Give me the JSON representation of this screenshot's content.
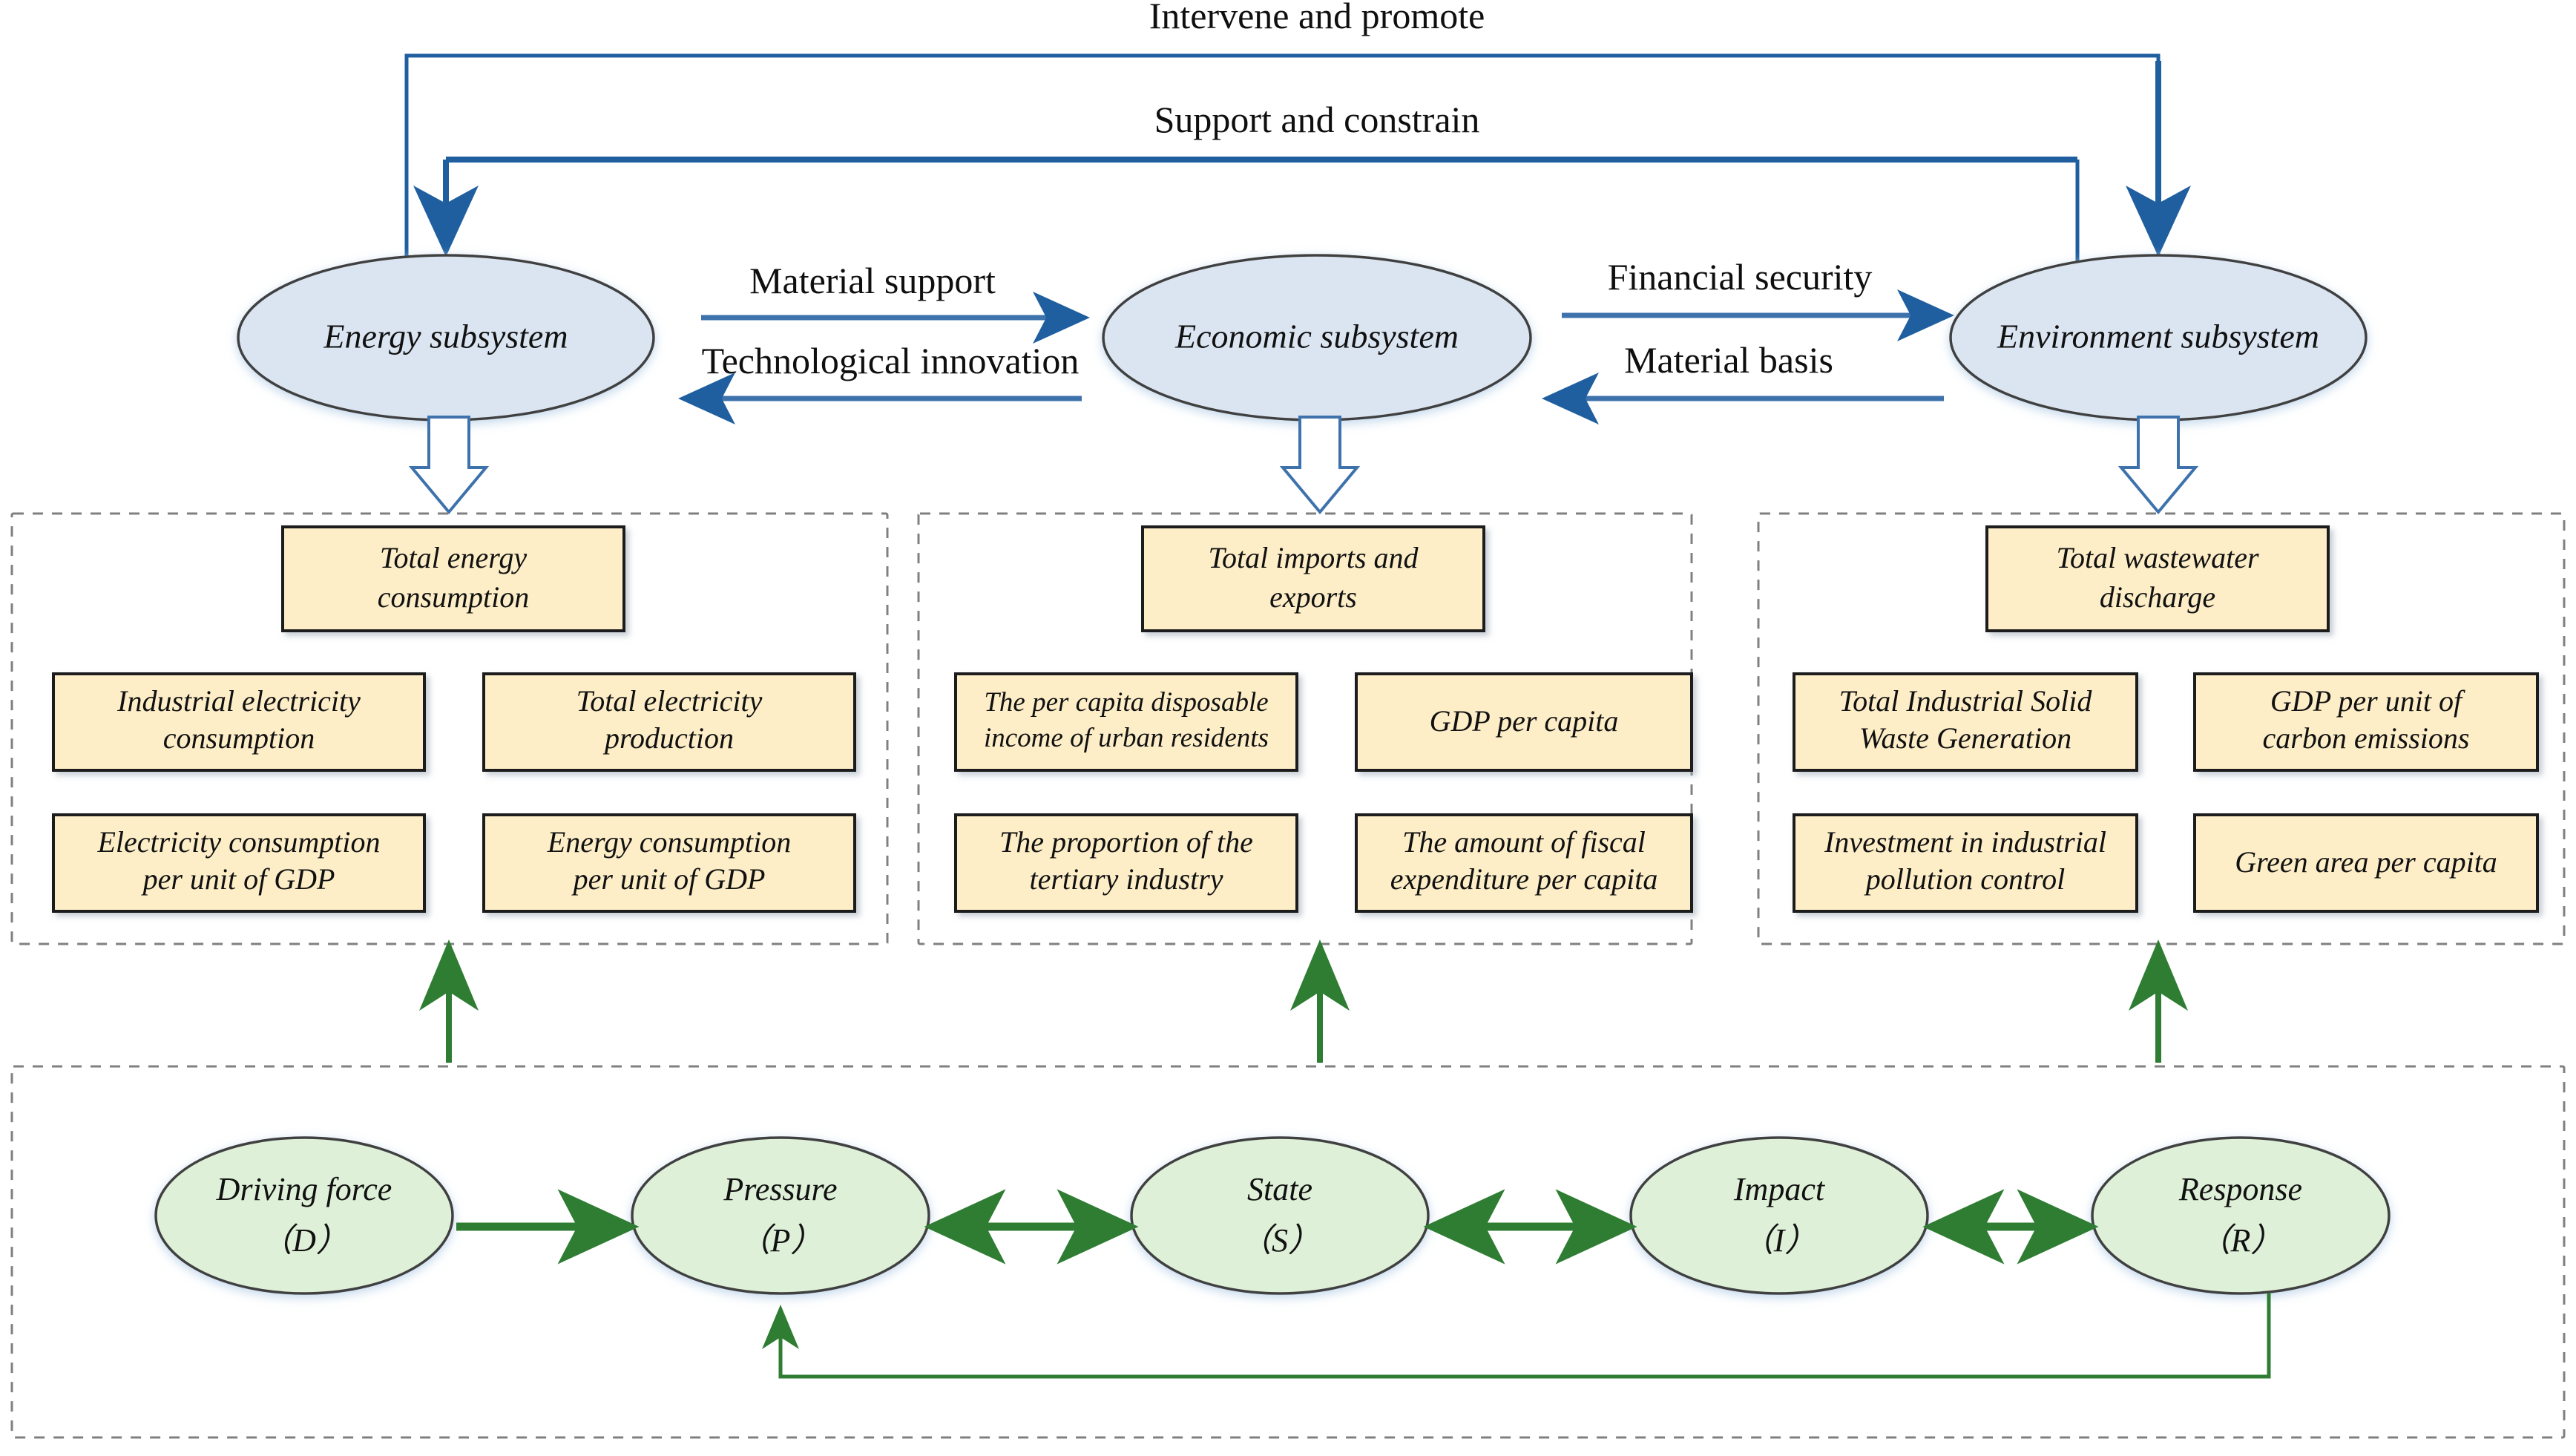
{
  "diagram": {
    "title": "Energy-Economy-Environment system with DPSIR indicator framework",
    "colors": {
      "subsystem_fill": "#dbe5f1",
      "subsystem_stroke": "#404040",
      "dpsir_fill": "#dff0d8",
      "dpsir_stroke": "#3f3f3f",
      "indicator_fill": "#fdeec8",
      "indicator_stroke": "#1a1a1a",
      "blue_arrow": "#1f5fa0",
      "green_arrow": "#2e7d32",
      "dashed_group": "#808080"
    }
  },
  "top_links": {
    "intervene": "Intervene and promote",
    "support": "Support and constrain"
  },
  "subsystems": [
    {
      "id": "energy",
      "label": "Energy subsystem"
    },
    {
      "id": "economic",
      "label": "Economic subsystem"
    },
    {
      "id": "environment",
      "label": "Environment subsystem"
    }
  ],
  "mid_links": [
    {
      "id": "material-support",
      "label": "Material support",
      "direction": "right"
    },
    {
      "id": "technological-innovation",
      "label": "Technological innovation",
      "direction": "left"
    },
    {
      "id": "financial-security",
      "label": "Financial security",
      "direction": "right"
    },
    {
      "id": "material-basis",
      "label": "Material basis",
      "direction": "left"
    }
  ],
  "indicator_groups": [
    {
      "id": "energy-indicators",
      "head": "Total energy\nconsumption",
      "head_lines": [
        "Total energy",
        "consumption"
      ],
      "items": [
        {
          "lines": [
            "Industrial electricity",
            "consumption"
          ]
        },
        {
          "lines": [
            "Total electricity",
            "production"
          ]
        },
        {
          "lines": [
            "Electricity consumption",
            "per unit of GDP"
          ]
        },
        {
          "lines": [
            "Energy consumption",
            "per unit of GDP"
          ]
        }
      ]
    },
    {
      "id": "economic-indicators",
      "head_lines": [
        "Total imports and",
        "exports"
      ],
      "items": [
        {
          "lines": [
            "The per capita disposable",
            "income of urban residents"
          ]
        },
        {
          "lines": [
            "GDP per capita"
          ]
        },
        {
          "lines": [
            "The proportion of the",
            "tertiary industry"
          ]
        },
        {
          "lines": [
            "The amount of fiscal",
            "expenditure per capita"
          ]
        }
      ]
    },
    {
      "id": "environment-indicators",
      "head_lines": [
        "Total wastewater",
        "discharge"
      ],
      "items": [
        {
          "lines": [
            "Total Industrial Solid",
            "Waste Generation"
          ]
        },
        {
          "lines": [
            "GDP per unit of",
            "carbon emissions"
          ]
        },
        {
          "lines": [
            "Investment in industrial",
            "pollution control"
          ]
        },
        {
          "lines": [
            "Green area per capita"
          ]
        }
      ]
    }
  ],
  "dpsir": {
    "nodes": [
      {
        "id": "driving-force",
        "name": "Driving force",
        "code": "（D）"
      },
      {
        "id": "pressure",
        "name": "Pressure",
        "code": "（P）"
      },
      {
        "id": "state",
        "name": "State",
        "code": "（S）"
      },
      {
        "id": "impact",
        "name": "Impact",
        "code": "（I）"
      },
      {
        "id": "response",
        "name": "Response",
        "code": "（R）"
      }
    ]
  }
}
